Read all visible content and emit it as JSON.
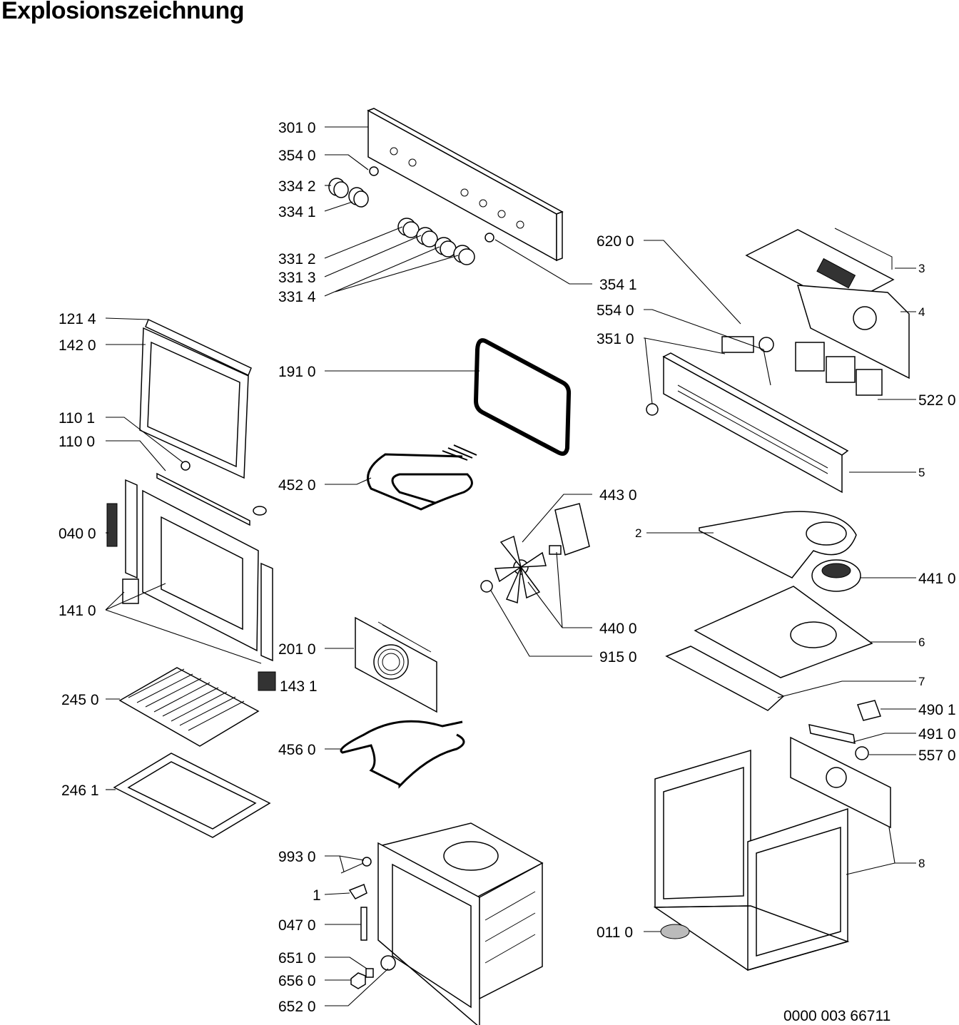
{
  "title": "Explosionszeichnung",
  "drawing_code": "0000 003 66711",
  "parts": {
    "p3010": "301 0",
    "p3540": "354 0",
    "p3342": "334 2",
    "p3341": "334 1",
    "p3312": "331 2",
    "p3313": "331 3",
    "p3314": "331 4",
    "p3541": "354 1",
    "p1214": "121 4",
    "p1420": "142 0",
    "p1910": "191 0",
    "p1101": "110 1",
    "p1100": "110 0",
    "p4520": "452 0",
    "p0400": "040 0",
    "p1410": "141 0",
    "p2010": "201 0",
    "p1431": "143 1",
    "p2450": "245 0",
    "p4560": "456 0",
    "p2461": "246 1",
    "p9930": "993 0",
    "p1": "1",
    "p0470": "047 0",
    "p6510": "651 0",
    "p6560": "656 0",
    "p6520": "652 0",
    "p6200": "620 0",
    "p3": "3",
    "p4": "4",
    "p5540": "554 0",
    "p3510": "351 0",
    "p5220": "522 0",
    "p5": "5",
    "p4430": "443 0",
    "p2": "2",
    "p4410": "441 0",
    "p4400": "440 0",
    "p9150": "915 0",
    "p6": "6",
    "p7": "7",
    "p4901": "490 1",
    "p4910": "491 0",
    "p5570": "557 0",
    "p8": "8",
    "p0110": "011 0"
  }
}
